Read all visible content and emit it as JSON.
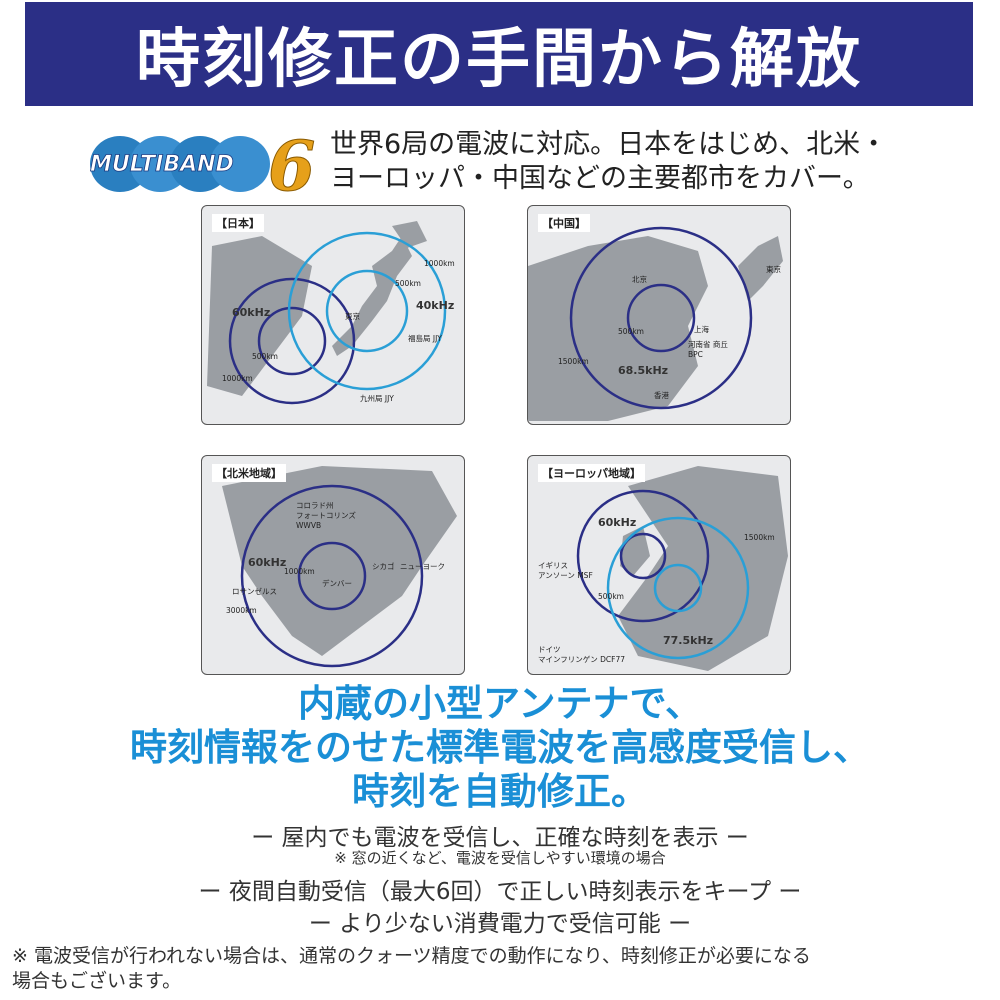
{
  "banner": {
    "title": "時刻修正の手間から解放"
  },
  "logo": {
    "text": "MULTIBAND",
    "number": "6"
  },
  "intro": {
    "line1": "世界6局の電波に対応。日本をはじめ、北米・",
    "line2": "ヨーロッパ・中国などの主要都市をカバー。"
  },
  "maps": {
    "japan": {
      "title": "【日本】",
      "labels": {
        "r1000a": "1000km",
        "r500a": "500km",
        "khz40": "40kHz",
        "tokyo": "東京",
        "fukushima": "福島局 JJY",
        "khz60": "60kHz",
        "r500b": "500km",
        "r1000b": "1000km",
        "kyushu": "九州局 JJY"
      }
    },
    "china": {
      "title": "【中国】",
      "labels": {
        "beijing": "北京",
        "tokyo": "東京",
        "shanghai": "上海",
        "r500": "500km",
        "station1": "河南省 商丘",
        "station2": "BPC",
        "r1500": "1500km",
        "khz": "68.5kHz",
        "hongkong": "香港"
      }
    },
    "northamerica": {
      "title": "【北米地域】",
      "labels": {
        "st1": "コロラド州",
        "st2": "フォートコリンズ",
        "st3": "WWVB",
        "khz": "60kHz",
        "r1000": "1000km",
        "chicago": "シカゴ",
        "ny": "ニューヨーク",
        "denver": "デンバー",
        "la": "ロサンゼルス",
        "r3000": "3000km"
      }
    },
    "europe": {
      "title": "【ヨーロッパ地域】",
      "labels": {
        "khz60": "60kHz",
        "r1500": "1500km",
        "uk1": "イギリス",
        "uk2": "アンソーン MSF",
        "r500": "500km",
        "khz77": "77.5kHz",
        "de1": "ドイツ",
        "de2": "マインフリンゲン DCF77"
      }
    }
  },
  "headline": {
    "line1": "内蔵の小型アンテナで、",
    "line2": "時刻情報をのせた標準電波を高感度受信し、",
    "line3": "時刻を自動修正。"
  },
  "bullets": {
    "b1": "ー 屋内でも電波を受信し、正確な時刻を表示 ー",
    "b1note": "※ 窓の近くなど、電波を受信しやすい環境の場合",
    "b2": "ー 夜間自動受信（最大6回）で正しい時刻表示をキープ ー",
    "b3": "ー より少ない消費電力で受信可能 ー"
  },
  "footnote": {
    "line1": "※ 電波受信が行われない場合は、通常のクォーツ精度での動作になり、時刻修正が必要になる",
    "line2": "場合もございます。"
  },
  "colors": {
    "banner": "#2b2f86",
    "headline": "#1a8fd6",
    "circle_dark": "#2b2f86",
    "circle_light": "#2a9fd6",
    "land": "#9a9ea3",
    "sea": "#e9eaec"
  }
}
